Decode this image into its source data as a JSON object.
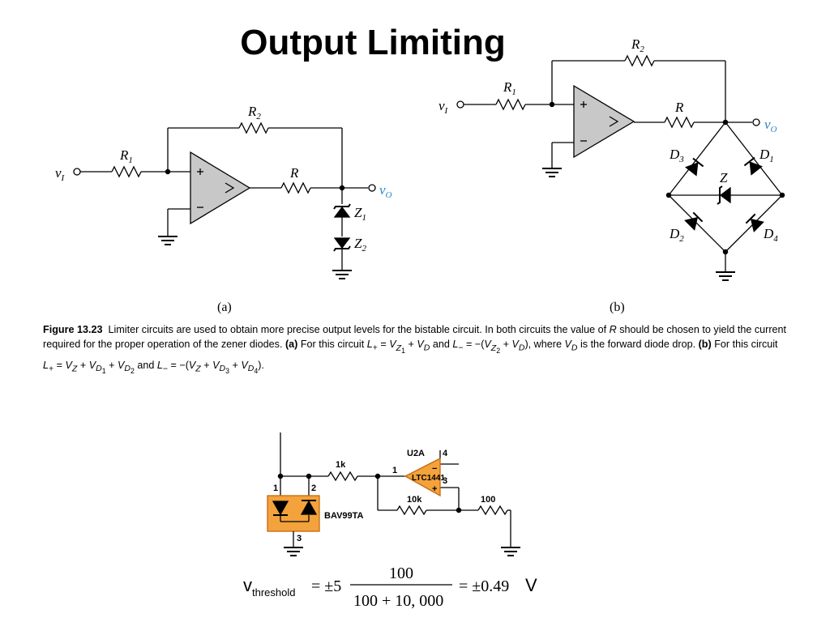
{
  "slide": {
    "title": "Output Limiting"
  },
  "circuit_a": {
    "label": "(a)",
    "input": "v",
    "input_sub": "I",
    "output": "v",
    "output_sub": "O",
    "r1": "R",
    "r1_sub": "1",
    "r2": "R",
    "r2_sub": "2",
    "r": "R",
    "z1": "Z",
    "z1_sub": "1",
    "z2": "Z",
    "z2_sub": "2"
  },
  "circuit_b": {
    "label": "(b)",
    "input": "v",
    "input_sub": "I",
    "output": "v",
    "output_sub": "O",
    "r1": "R",
    "r1_sub": "1",
    "r2": "R",
    "r2_sub": "2",
    "r": "R",
    "z": "Z",
    "d1": "D",
    "d1_sub": "1",
    "d2": "D",
    "d2_sub": "2",
    "d3": "D",
    "d3_sub": "3",
    "d4": "D",
    "d4_sub": "4"
  },
  "caption": {
    "fig_label": "Figure 13.23",
    "text1": "Limiter circuits are used to obtain more precise output levels for the bistable circuit. In both circuits the value of",
    "r": "R",
    "text2": "should be chosen to yield the current required for the proper operation of the zener diodes.",
    "a_label": "(a)",
    "text3": "For this circuit",
    "b_label": "(b)",
    "text4": "where",
    "text5": "is the forward diode drop.",
    "text6": "For this circuit",
    "and": "and"
  },
  "schematic_c": {
    "resistor_in": "1k",
    "resistor_fb": "10k",
    "resistor_out": "100",
    "chip_ref": "U2A",
    "chip_part": "LTC1441",
    "pin1": "1",
    "pin2": "2",
    "pin3": "3",
    "pin4": "4",
    "diode_part": "BAV99TA",
    "diode_pin1": "1",
    "diode_pin2": "2",
    "diode_pin3": "3",
    "opamp_pin1": "1",
    "opamp_pin3": "3",
    "opamp_pin4": "4",
    "plus": "+",
    "minus": "−"
  },
  "formula": {
    "lhs": "v",
    "lhs_sub": "threshold",
    "eq1": "= ±5",
    "numerator": "100",
    "denominator": "100 + 10, 000",
    "eq2": "= ±0.49",
    "unit": "V"
  },
  "colors": {
    "accent_blue": "#2e86c1",
    "opamp_fill": "#c8c8c8",
    "chip_fill": "#f3a23c",
    "chip_stroke": "#c46a0e"
  }
}
